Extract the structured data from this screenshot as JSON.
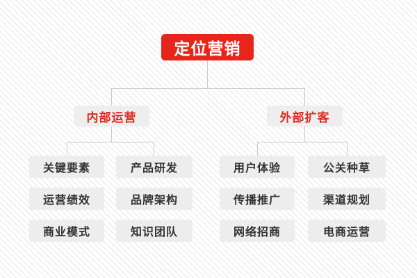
{
  "diagram": {
    "title": "定位营销",
    "type": "organization-tree",
    "colors": {
      "root_bg": "#e8251c",
      "root_text": "#ffffff",
      "branch_bg": "#eeeeee",
      "branch_text": "#e02820",
      "leaf_bg": "#ededed",
      "leaf_text": "#333333",
      "connector": "#c9c9c9",
      "page_bg": "#fbfbfb"
    },
    "root": {
      "label": "定位营销"
    },
    "branches": [
      {
        "label": "内部运营",
        "columns": [
          {
            "leaves": [
              {
                "label": "关键要素"
              },
              {
                "label": "运营绩效"
              },
              {
                "label": "商业模式"
              }
            ]
          },
          {
            "leaves": [
              {
                "label": "产品研发"
              },
              {
                "label": "品牌架构"
              },
              {
                "label": "知识团队"
              }
            ]
          }
        ]
      },
      {
        "label": "外部扩客",
        "columns": [
          {
            "leaves": [
              {
                "label": "用户体验"
              },
              {
                "label": "传播推广"
              },
              {
                "label": "网络招商"
              }
            ]
          },
          {
            "leaves": [
              {
                "label": "公关种草"
              },
              {
                "label": "渠道规划"
              },
              {
                "label": "电商运营"
              }
            ]
          }
        ]
      }
    ]
  }
}
